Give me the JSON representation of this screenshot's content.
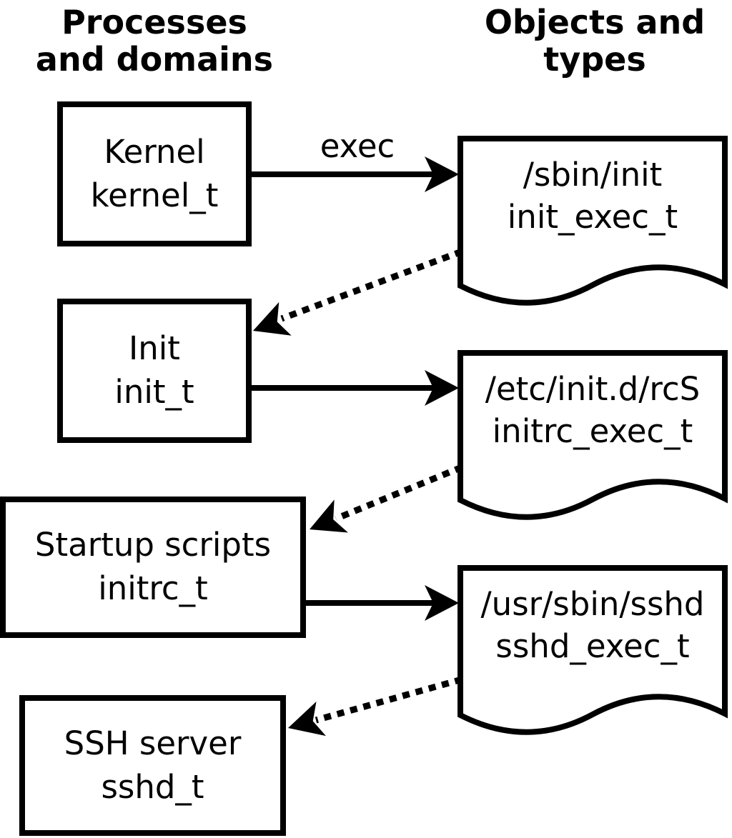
{
  "diagram": {
    "headers": {
      "left": "Processes\nand domains",
      "right": "Objects and\ntypes"
    },
    "process_boxes": [
      {
        "name": "Kernel",
        "type": "kernel_t"
      },
      {
        "name": "Init",
        "type": "init_t"
      },
      {
        "name": "Startup scripts",
        "type": "initrc_t"
      },
      {
        "name": "SSH server",
        "type": "sshd_t"
      }
    ],
    "object_docs": [
      {
        "path": "/sbin/init",
        "type": "init_exec_t"
      },
      {
        "path": "/etc/init.d/rcS",
        "type": "initrc_exec_t"
      },
      {
        "path": "/usr/sbin/sshd",
        "type": "sshd_exec_t"
      }
    ],
    "edges": [
      {
        "from": "Kernel kernel_t",
        "to": "/sbin/init init_exec_t",
        "style": "solid",
        "label": "exec"
      },
      {
        "from": "/sbin/init init_exec_t",
        "to": "Init init_t",
        "style": "dotted",
        "label": ""
      },
      {
        "from": "Init init_t",
        "to": "/etc/init.d/rcS initrc_exec_t",
        "style": "solid",
        "label": ""
      },
      {
        "from": "/etc/init.d/rcS initrc_exec_t",
        "to": "Startup scripts initrc_t",
        "style": "dotted",
        "label": ""
      },
      {
        "from": "Startup scripts initrc_t",
        "to": "/usr/sbin/sshd sshd_exec_t",
        "style": "solid",
        "label": ""
      },
      {
        "from": "/usr/sbin/sshd sshd_exec_t",
        "to": "SSH server sshd_t",
        "style": "dotted",
        "label": ""
      }
    ],
    "colors": {
      "stroke": "#000000",
      "background": "#ffffff"
    }
  }
}
